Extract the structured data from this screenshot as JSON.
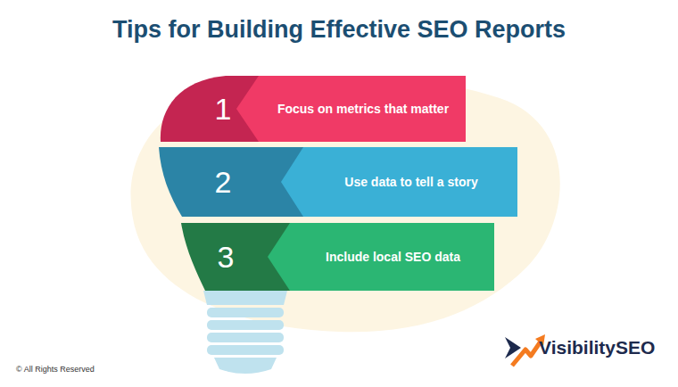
{
  "diagram": {
    "title": "Tips for Building Effective SEO Reports",
    "nodes": [
      {
        "text": [
          "1",
          "Focus on metrics that matter"
        ]
      },
      {
        "text": [
          "2",
          "Use data to tell a story"
        ]
      },
      {
        "text": [
          "3",
          "Include local SEO data"
        ]
      }
    ],
    "labels": [
      "VisibilitySEO",
      "© All Rights Reserved"
    ]
  }
}
